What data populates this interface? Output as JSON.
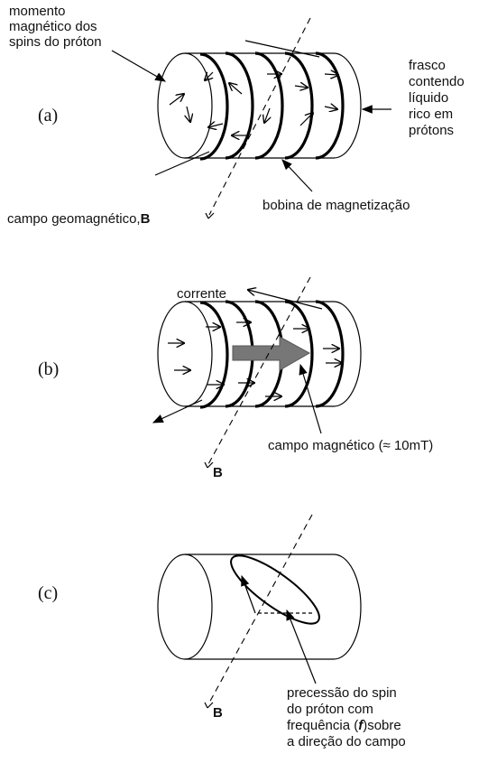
{
  "panel_a": {
    "tag": "(a)",
    "moment_label": [
      "momento",
      "magnético dos",
      "spins do próton"
    ],
    "flask_label": [
      "frasco",
      "contendo",
      "líquido",
      "rico em",
      "prótons"
    ],
    "coil_label": "bobina de magnetização",
    "field_label": "campo geomagnético,",
    "field_symbol": "B"
  },
  "panel_b": {
    "tag": "(b)",
    "current_label": "corrente",
    "magfield_label": "campo magnético (≈ 10mT)",
    "field_symbol": "B"
  },
  "panel_c": {
    "tag": "(c)",
    "precession_label": [
      "precessão do spin",
      "do próton com",
      "frequência (",
      ")sobre",
      "a direção do campo"
    ],
    "freq_symbol": "f",
    "field_symbol": "B"
  }
}
